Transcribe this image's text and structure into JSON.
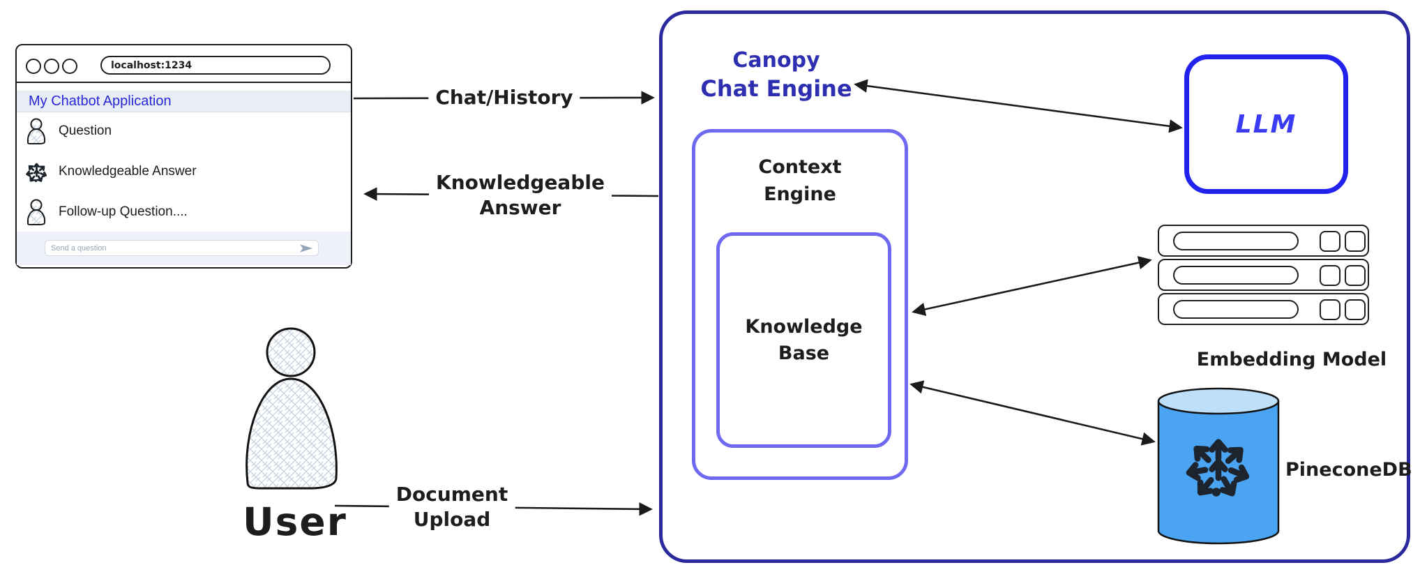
{
  "browser": {
    "url": "localhost:1234",
    "title": "My Chatbot Application",
    "title_color": "#2727d8",
    "messages": [
      {
        "icon": "user-icon",
        "label": "Question"
      },
      {
        "icon": "pinecone-icon",
        "label": "Knowledgeable Answer"
      },
      {
        "icon": "user-icon",
        "label": "Follow-up Question...."
      }
    ],
    "composer": {
      "placeholder": "Send a question",
      "icon": "send-icon"
    }
  },
  "user": {
    "label": "User"
  },
  "flows": {
    "chat_history": "Chat/History",
    "knowledgeable_line1": "Knowledgeable",
    "knowledgeable_line2": "Answer",
    "document_line1": "Document",
    "document_line2": "Upload"
  },
  "canopy": {
    "title_line1": "Canopy",
    "title_line2": "Chat Engine",
    "title_color": "#2e2eb0",
    "border_color": "#2a2a9e"
  },
  "context_engine": {
    "label_line1": "Context",
    "label_line2": "Engine",
    "border_color": "#6f68f0"
  },
  "knowledge_base": {
    "label_line1": "Knowledge",
    "label_line2": "Base",
    "border_color": "#6f68f0"
  },
  "llm": {
    "label": "LLM",
    "border_color": "#2222ee",
    "text_color": "#3b3bf5"
  },
  "embedding_model": {
    "label": "Embedding Model"
  },
  "pinecone": {
    "label": "PineconeDB",
    "body_color": "#4aa4f1",
    "top_color": "#bedff9"
  }
}
